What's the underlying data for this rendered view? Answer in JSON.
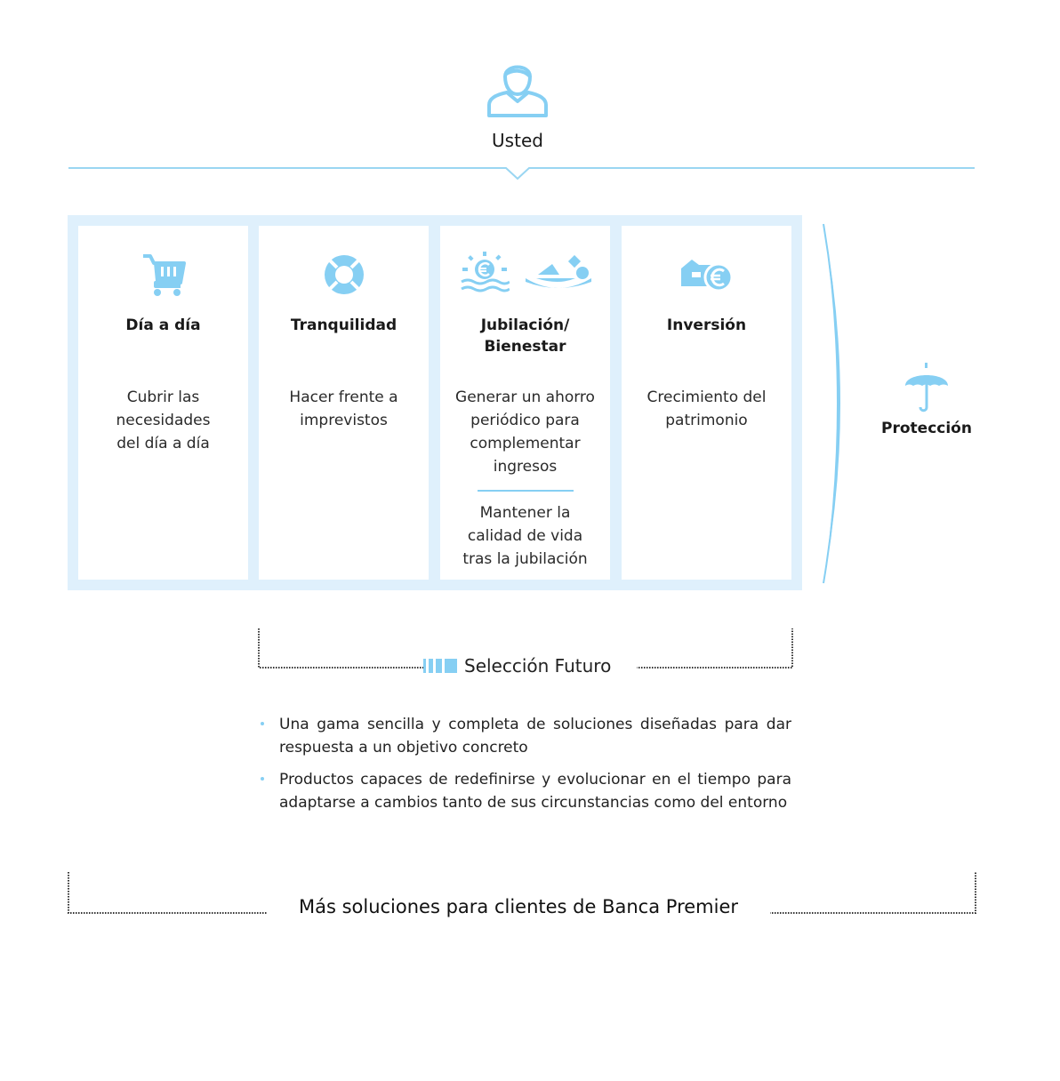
{
  "colors": {
    "accent": "#86cff3",
    "panel": "#dff0fc",
    "line": "#9ad6f2"
  },
  "user": {
    "icon": "user-icon",
    "label": "Usted"
  },
  "cards": [
    {
      "icon": "shopping-cart-icon",
      "title": "Día a día",
      "lines": [
        "Cubrir las necesidades del día a día"
      ]
    },
    {
      "icon": "lifebuoy-icon",
      "title": "Tranquilidad",
      "lines": [
        "Hacer frente a imprevistos"
      ]
    },
    {
      "icon": "sun-euro-icon",
      "icon2": "swimmer-icon",
      "title": "Jubilación/ Bienestar",
      "lines": [
        "Generar un ahorro periódico para complementar ingresos",
        "Mantener la calidad de vida tras la jubilación"
      ]
    },
    {
      "icon": "house-euro-icon",
      "title": "Inversión",
      "lines": [
        "Crecimiento del patrimonio"
      ]
    }
  ],
  "protection": {
    "icon": "umbrella-icon",
    "label": "Protección"
  },
  "seleccion": {
    "title": "Selección Futuro",
    "bullets": [
      "Una gama sencilla y completa de soluciones diseñadas para dar respuesta a un objetivo concreto",
      "Productos capaces de redefinirse y evolucionar en el tiempo para adaptarse a cambios tanto de sus circunstancias como del entorno"
    ]
  },
  "footer": {
    "title": "Más soluciones para clientes de Banca Premier"
  }
}
